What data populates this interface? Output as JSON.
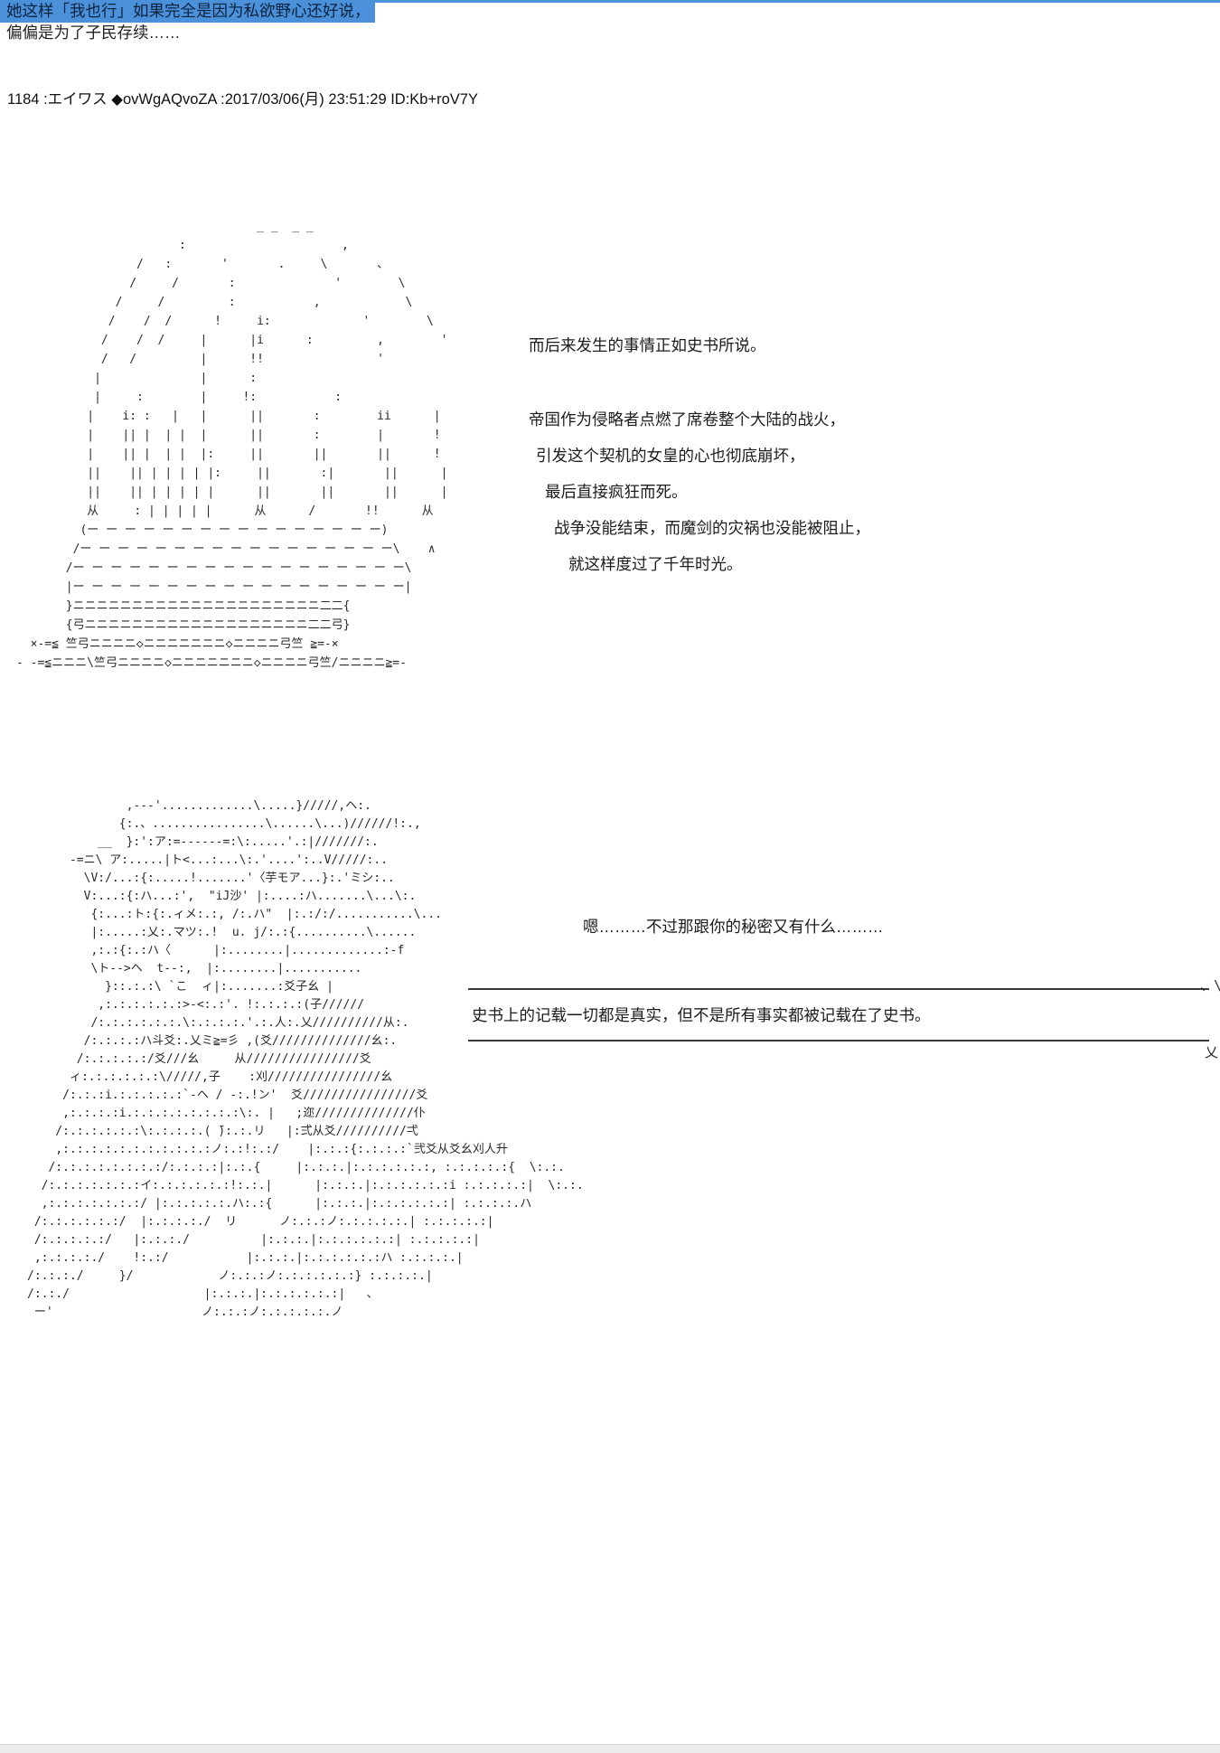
{
  "colors": {
    "selection_blue": "#4a91d9",
    "selected_text": "#0c2340",
    "body_text": "#1c1c1c",
    "aa_text": "#2a2a2a",
    "rule": "#3a3a3a"
  },
  "top_quote": {
    "line1": "她这样「我也行」如果完全是因为私欲野心还好说，",
    "line2": "偏偏是为了子民存续……"
  },
  "post": {
    "number": "1184",
    "colon1": " :",
    "name": "エイワス ",
    "tripcode": "◆ovWgAQvoZA ",
    "colon2": ":",
    "datetime": "2017/03/06(月) 23:51:29 ",
    "id": "ID:Kb+roV7Y"
  },
  "narration": {
    "lines": [
      "而后来发生的事情正如史书所说。",
      "帝国作为侵略者点燃了席卷整个大陆的战火，",
      "引发这个契机的女皇的心也彻底崩坏，",
      "最后直接疯狂而死。",
      "战争没能结束，而魔剑的灾祸也没能被阻止，",
      "就这样度过了千年时光。"
    ]
  },
  "dialogue": {
    "line": "嗯………不过那跟你的秘密又有什么………"
  },
  "callout": {
    "text": "史书上的记载一切都是真实，但不是所有事实都被记载在了史书。",
    "deco_top": "、\\",
    "deco_bottom": "乂"
  },
  "ascii_art": {
    "pavilion": "                                  _ _  _ _\n                       :                      ,\n                 /   :       '       .     \\       、\n                /     /       :              '        \\\n              /     /         :           ,            \\\n             /    /  /      !     i:             '        \\\n            /    /  /     |      |i      :         ,        '\n            /   /         |      !!                '\n           |              |      :\n           |     :        |     !:           :\n          |    i: :   |   |      ||       :        ii      |\n          |    || |  | |  |      ||       :        |       !\n          |    || |  | |  |:     ||       ||       ||      !\n          ||    || | | | | |:     ||       :|       ||      |\n          ||    || | | | | |      ||       ||       ||      |\n          从     : | | | | |      从      /       !!      从\n         (ー ー ー ー ー ー ー ー ー ー ー ー ー ー ー ー)\n        /ー ー ー ー ー ー ー ー ー ー ー ー ー ー ー ー ー\\    ∧\n       /ー ー ー ー ー ー ー ー ー ー ー ー ー ー ー ー ー ー\\\n       |ー ー ー ー ー ー ー ー ー ー ー ー ー ー ー ー ー ー|\n       }ニニニニニニニニニニニニニニニニニニニニニ二二{\n       {弓ニニニニニニニニニニニニニニニニニニニ二二弓}\n  ×-=≦ 竺弓ニニニニ◇ニニニニニニニ◇ニニニニ弓竺 ≧=-×\n- -=≦ニニニ\\竺弓ニニニニ◇ニニニニニニニ◇ニニニニ弓竺/ニニニニ≧=-",
    "character": "              ,--‐'.............\\.....}/////,ヘ:.\n             {:.、................\\......\\...)//////!:.,\n          __  }:':ア:=‐-----=:\\:.....'.:|///////:.\n      ‐=ニ\\ ア:.....|ト<...:...\\:.'....':..V/////:..\n        \\V:/...:{:.....!.......'〈芋モア...}:.'ミシ:..\n        V:...:{:ハ...:',  \"iJ沙' |:....:ハ.......\\...\\:.\n         {:...:ト:{:.ィメ:.:, /:.ハ\"  |:.:/:/...........\\...\n         |:.....:乂:.マツ:.!  u. j/:.:{..........\\......\n         ,:.:{:.:ハ〈      |:........|.............:‐f\n         \\ト-->ヘ  t--:,  |:........|...........\n           }::.:.:\\ `こ  ィ|:.......:爻子幺 |\n          ,:.:.:.:.:.:>-<:.:'. !:.:.:.:(子//////\n         /:.:.:.:.:.:.\\:.:.:.:.'.:.人:.乂//////////从:.\n        /:.:.:.:ハ斗爻:.乂ミ≧=彡 ,(爻//////////////幺:.\n       /:.:.:.:.:/爻///幺     从////////////////爻\n      ィ:.:.:.:.:.:\\/////,子    :刈////////////////幺\n     /:.:.:i.:.:.:.:.:`‐ヘ / ‐:.!ン'  爻////////////////爻\n     ,:.:.:.:i.:.:.:.:.:.:.:.:\\:. |   ;迩//////////////仆\n    /:.:.:.:.:.:\\:.:.:.:.( ̄):.:.リ   |:弍从爻//////////弌\n    ,:.:.:.:.:.:.:.:.:.:.:ノ:.:!:.:/    |:.:.:{:.:.:.:`弐爻从爻幺刈人升\n   /:.:.:.:.:.:.:.:/:.:.:.:|:.:.{     |:.:.:.|:.:.:.:.:.:, :.:.:.:.:{  \\:.:.\n  /:.:.:.:.:.:.:イ:.:.:.:.:.:!:.:.|      |:.:.:.|:.:.:.:.:.:i :.:.:.:.:|  \\:.:.\n  ,:.:.:.:.:.:.:/ |:.:.:.:.:.ハ:.:{      |:.:.:.|:.:.:.:.:.:| :.:.:.:.ハ\n /:.:.:.:.:.:/  |:.:.:.:./  リ      ノ:.:.:ノ:.:.:.:.:.| :.:.:.:.:|\n /:.:.:.:.:/   |:.:.:./          |:.:.:.|:.:.:.:.:.:| :.:.:.:.:|\n ,:.:.:.:./    !:.:/           |:.:.:.|:.:.:.:.:.:ハ :.:.:.:.|\n/:.:.:./     }/            ノ:.:.:ノ:.:.:.:.:.:} :.:.:.:.|\n/:.:./                   |:.:.:.|:.:.:.:.:.:|   、\n ー'                     ノ:.:.:ノ:.:.:.:.:.ノ"
  }
}
